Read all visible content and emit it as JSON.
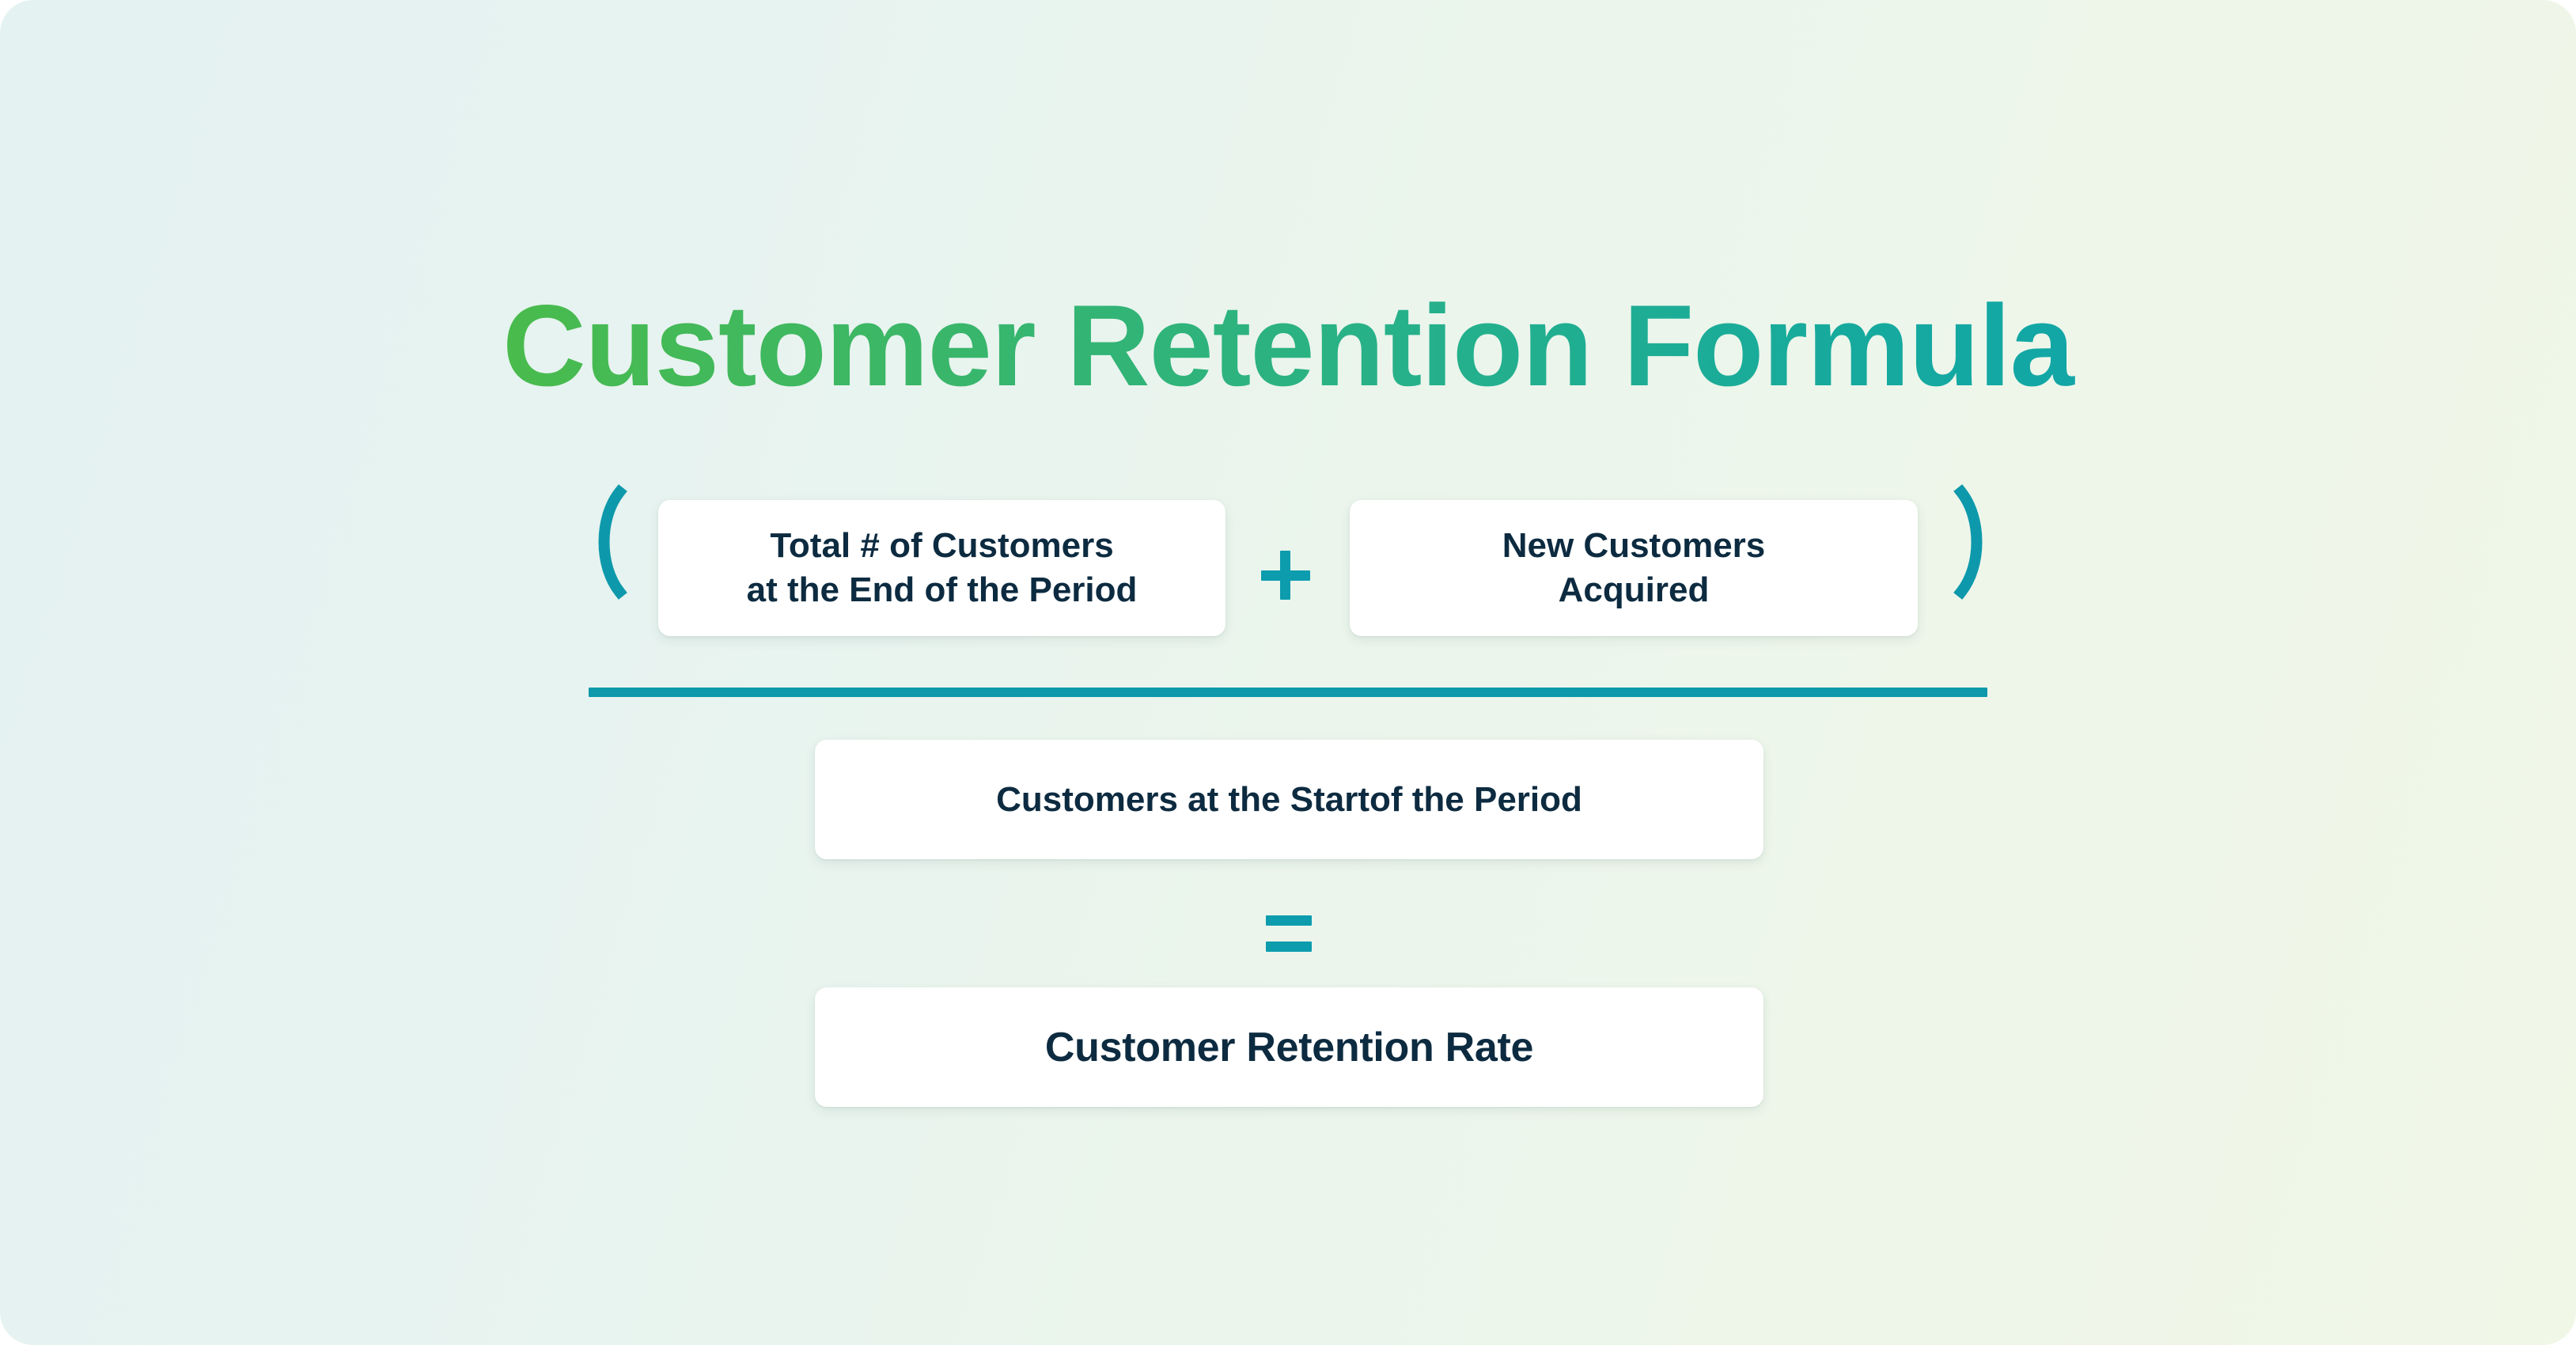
{
  "page": {
    "title": "Customer Retention Formula",
    "background_gradient_from": "#e4f2f2",
    "background_gradient_to": "#f0f7e7"
  },
  "heading": {
    "text": "Customer Retention Formula",
    "gradient_from": "#5cc134",
    "gradient_to": "#0c9fb2"
  },
  "formula": {
    "open_paren": "(",
    "close_paren": ")",
    "plus_operator": "+",
    "equals_operator": "=",
    "accent_color": "#0c9cae",
    "fraction_bar_color": "#0d99ab",
    "text_color": "#0d2b40",
    "numerator": [
      {
        "line1": "Total # of Customers",
        "line2": "at the End of the Period"
      },
      {
        "line1": "New Customers",
        "line2": "Acquired"
      }
    ],
    "denominator": {
      "text": "Customers at the Startof the Period"
    },
    "result": {
      "text": "Customer Retention Rate"
    }
  }
}
